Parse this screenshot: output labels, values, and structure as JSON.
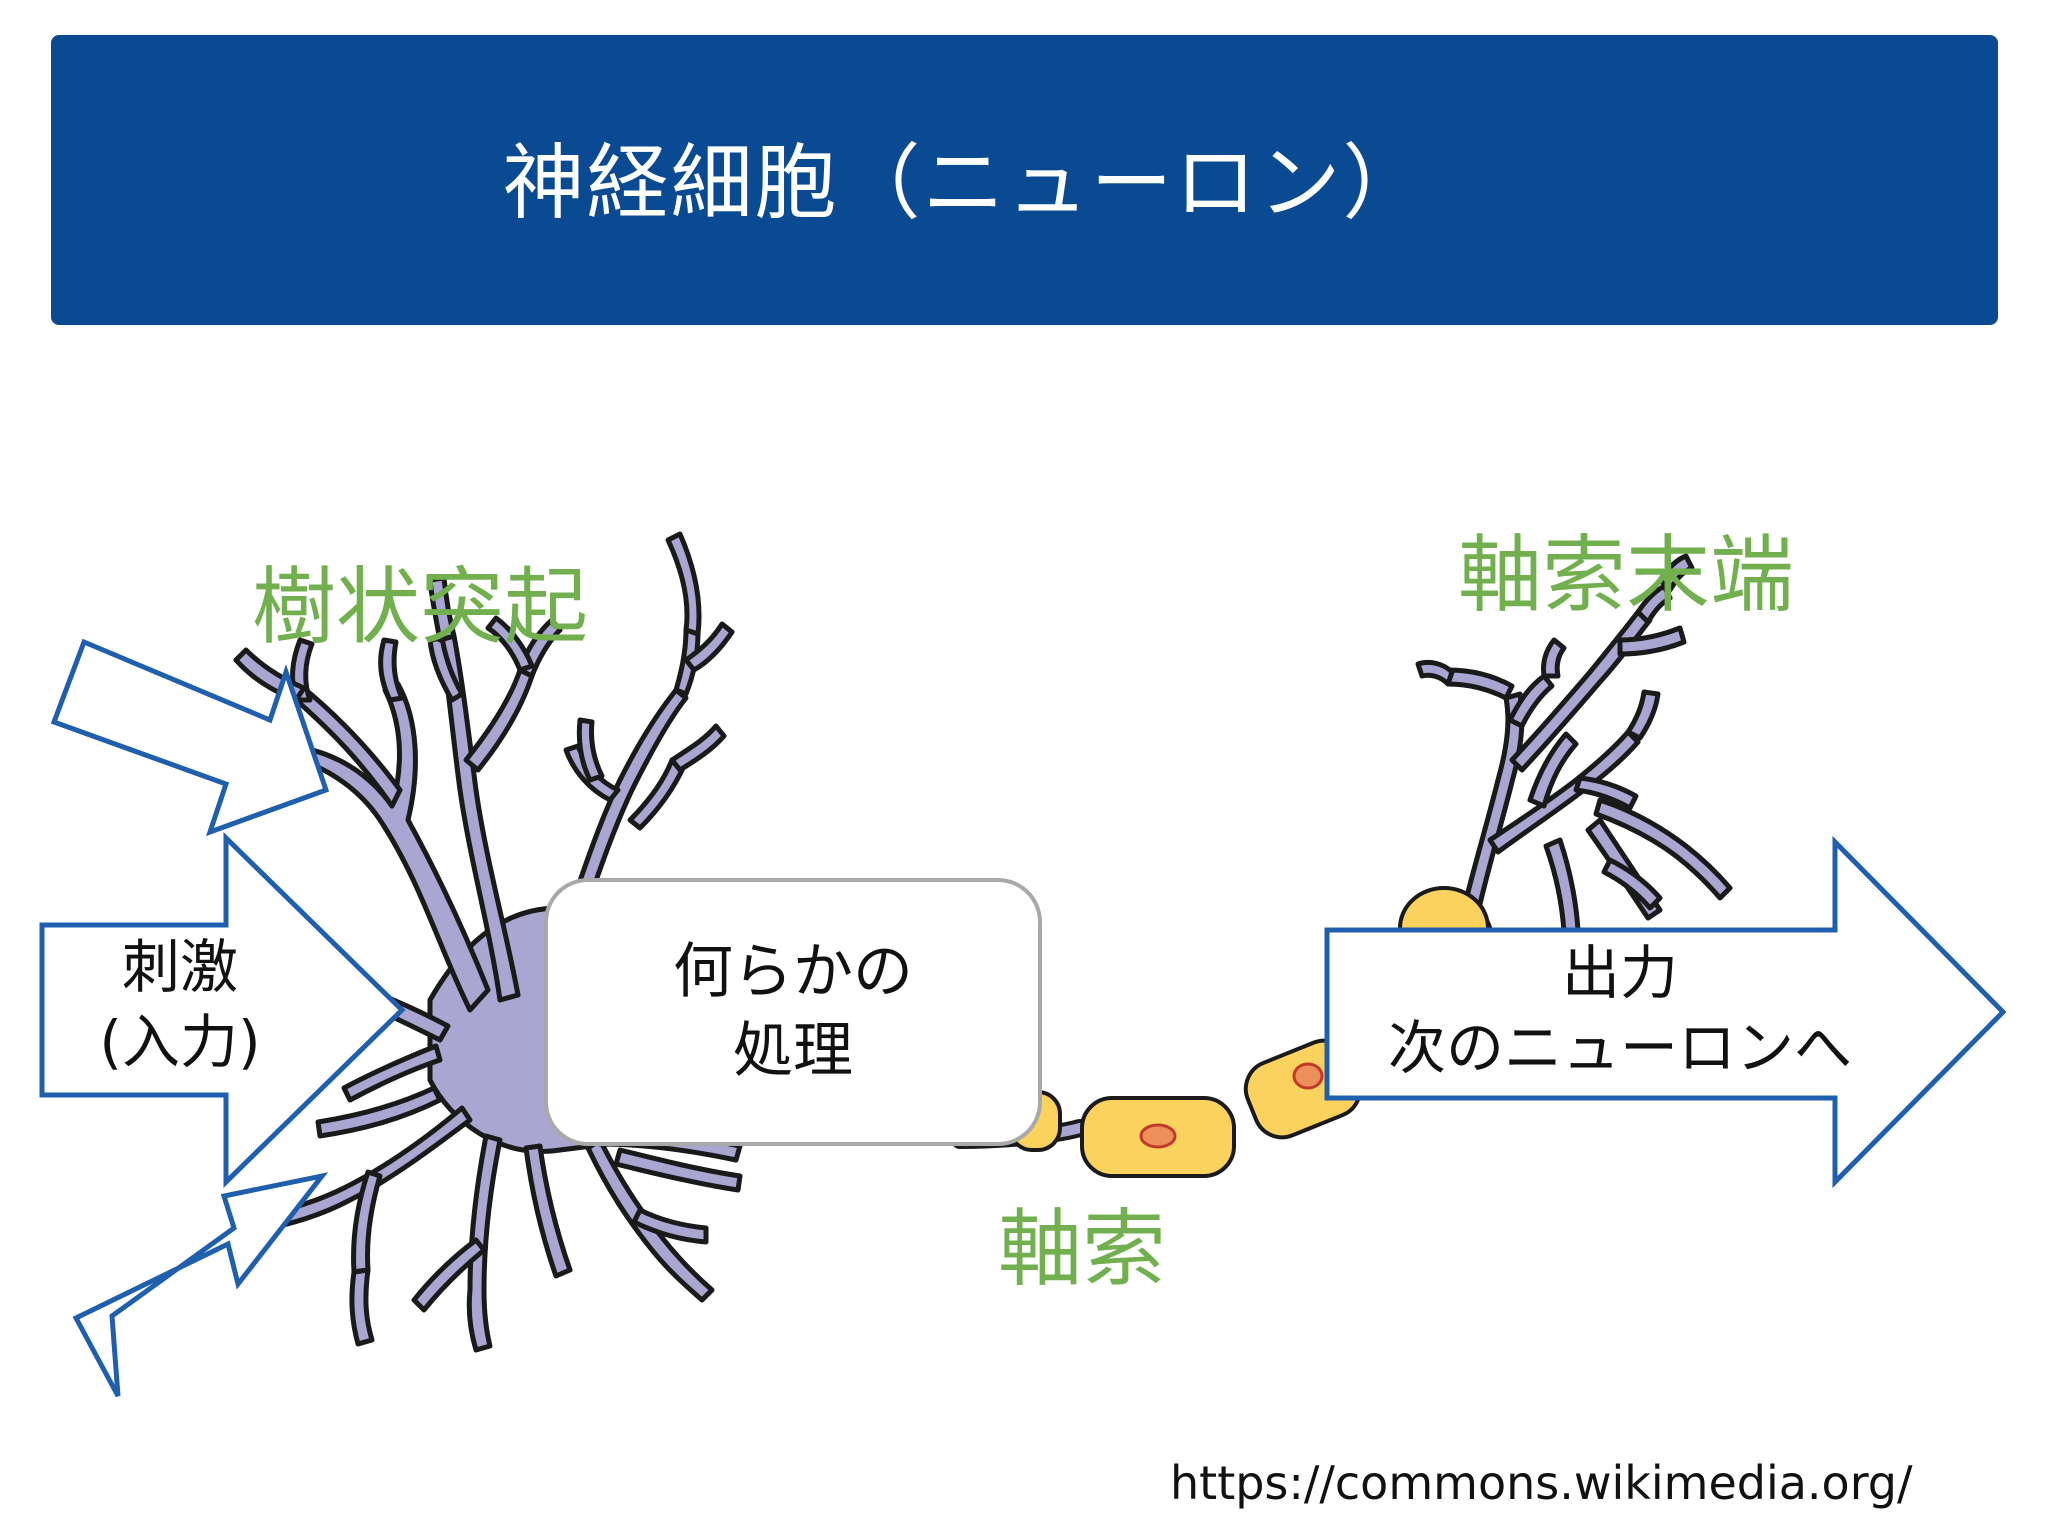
{
  "header": {
    "title": "神経細胞（ニューロン）"
  },
  "labels": {
    "dendrites": "樹状突起",
    "axon_terminal": "軸索末端",
    "axon": "軸索"
  },
  "stimulus": {
    "line1": "刺激",
    "line2": "(入力)"
  },
  "process": {
    "line1": "何らかの",
    "line2": "処理"
  },
  "output": {
    "line1": "出力",
    "line2": "次のニューロンへ"
  },
  "source": "https://commons.wikimedia.org/",
  "colors": {
    "header_bg": "#094a92",
    "label_green": "#72b04f",
    "arrow_outline": "#1f5fae",
    "dendrite_fill": "#a9a6d1",
    "myelin_fill": "#fbd25e",
    "node_fill": "#ed8f5b"
  }
}
